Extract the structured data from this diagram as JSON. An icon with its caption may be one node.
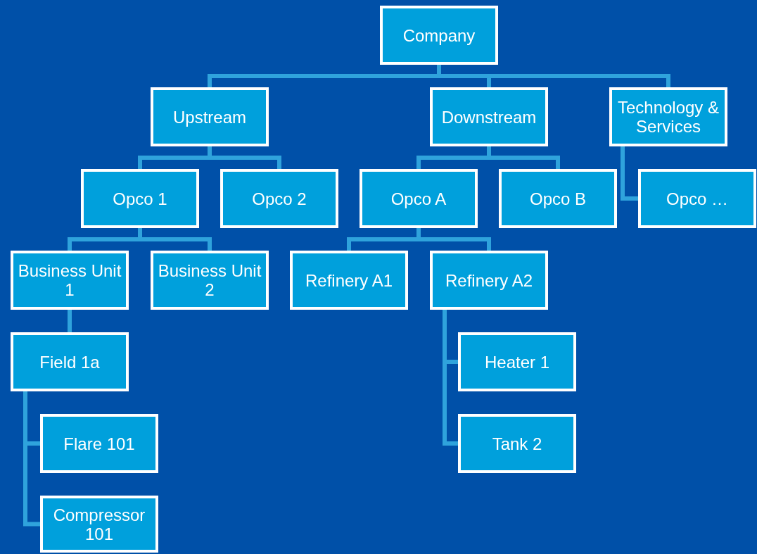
{
  "diagram": {
    "nodes": [
      {
        "text": [
          "Company"
        ]
      },
      {
        "text": [
          "Upstream"
        ]
      },
      {
        "text": [
          "Downstream"
        ]
      },
      {
        "text": [
          "Technology & Services"
        ]
      },
      {
        "text": [
          "Opco 1"
        ]
      },
      {
        "text": [
          "Opco 2"
        ]
      },
      {
        "text": [
          "Opco A"
        ]
      },
      {
        "text": [
          "Opco B"
        ]
      },
      {
        "text": [
          "Opco …"
        ]
      },
      {
        "text": [
          "Business Unit 1"
        ]
      },
      {
        "text": [
          "Business Unit 2"
        ]
      },
      {
        "text": [
          "Refinery A1"
        ]
      },
      {
        "text": [
          "Refinery A2"
        ]
      },
      {
        "text": [
          "Field 1a"
        ]
      },
      {
        "text": [
          "Heater 1"
        ]
      },
      {
        "text": [
          "Tank 2"
        ]
      },
      {
        "text": [
          "Flare 101"
        ]
      },
      {
        "text": [
          "Compressor 101"
        ]
      }
    ],
    "edges": [
      {
        "from": 0,
        "to": 1,
        "arrow": "none"
      },
      {
        "from": 0,
        "to": 2,
        "arrow": "none"
      },
      {
        "from": 0,
        "to": 3,
        "arrow": "none"
      },
      {
        "from": 1,
        "to": 4,
        "arrow": "none"
      },
      {
        "from": 1,
        "to": 5,
        "arrow": "none"
      },
      {
        "from": 2,
        "to": 6,
        "arrow": "none"
      },
      {
        "from": 2,
        "to": 7,
        "arrow": "none"
      },
      {
        "from": 3,
        "to": 8,
        "arrow": "none"
      },
      {
        "from": 4,
        "to": 9,
        "arrow": "none"
      },
      {
        "from": 4,
        "to": 10,
        "arrow": "none"
      },
      {
        "from": 6,
        "to": 11,
        "arrow": "none"
      },
      {
        "from": 6,
        "to": 12,
        "arrow": "none"
      },
      {
        "from": 9,
        "to": 13,
        "arrow": "none"
      },
      {
        "from": 12,
        "to": 14,
        "arrow": "none"
      },
      {
        "from": 12,
        "to": 15,
        "arrow": "none"
      },
      {
        "from": 13,
        "to": 16,
        "arrow": "none"
      },
      {
        "from": 13,
        "to": 17,
        "arrow": "none"
      }
    ]
  }
}
